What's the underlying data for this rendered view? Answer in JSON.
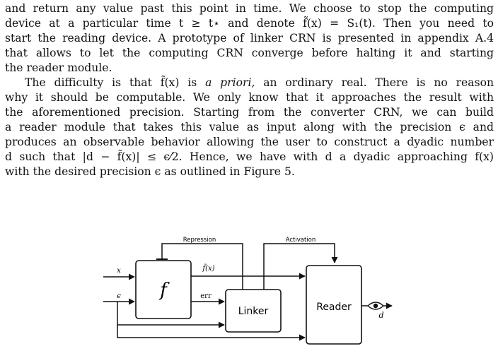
{
  "paragraph1": {
    "lines": [
      "and return any value past this point in time. We choose to stop the computing",
      "device at a particular time t ≥ t⋆ and denote f̃(x) = S₁(t). Then you need to",
      "start the reading device. A prototype of linker CRN is presented in appendix A.4",
      "that allows to let the computing CRN converge before halting it and starting",
      "the reader module."
    ]
  },
  "paragraph2": {
    "line1_pre": "The difficulty is that f̃(x) is ",
    "line1_em": "a priori",
    "line1_post": ", an ordinary real. There is no reason",
    "lines": [
      "why it should be computable. We only know that it approaches the result with",
      "the aforementioned precision. Starting from the converter CRN, we can build",
      "a reader module that takes this value as input along with the precision ϵ and",
      "produces an observable behavior allowing the user to construct a dyadic number",
      "d such that |d − f̃(x)| ≤ ϵ⁄2. Hence, we have with d a dyadic approaching f(x)",
      "with the desired precision ϵ as outlined in Figure 5."
    ]
  },
  "figure": {
    "repression_label": "Repression",
    "activation_label": "Activation",
    "f_block_label": "f",
    "linker_label": "Linker",
    "reader_label": "Reader",
    "input_x": "x",
    "input_eps": "ϵ",
    "ftilde_label": "f̃(x)",
    "err_label": "err",
    "output_d": "d",
    "eye_icon": "eye-icon"
  }
}
